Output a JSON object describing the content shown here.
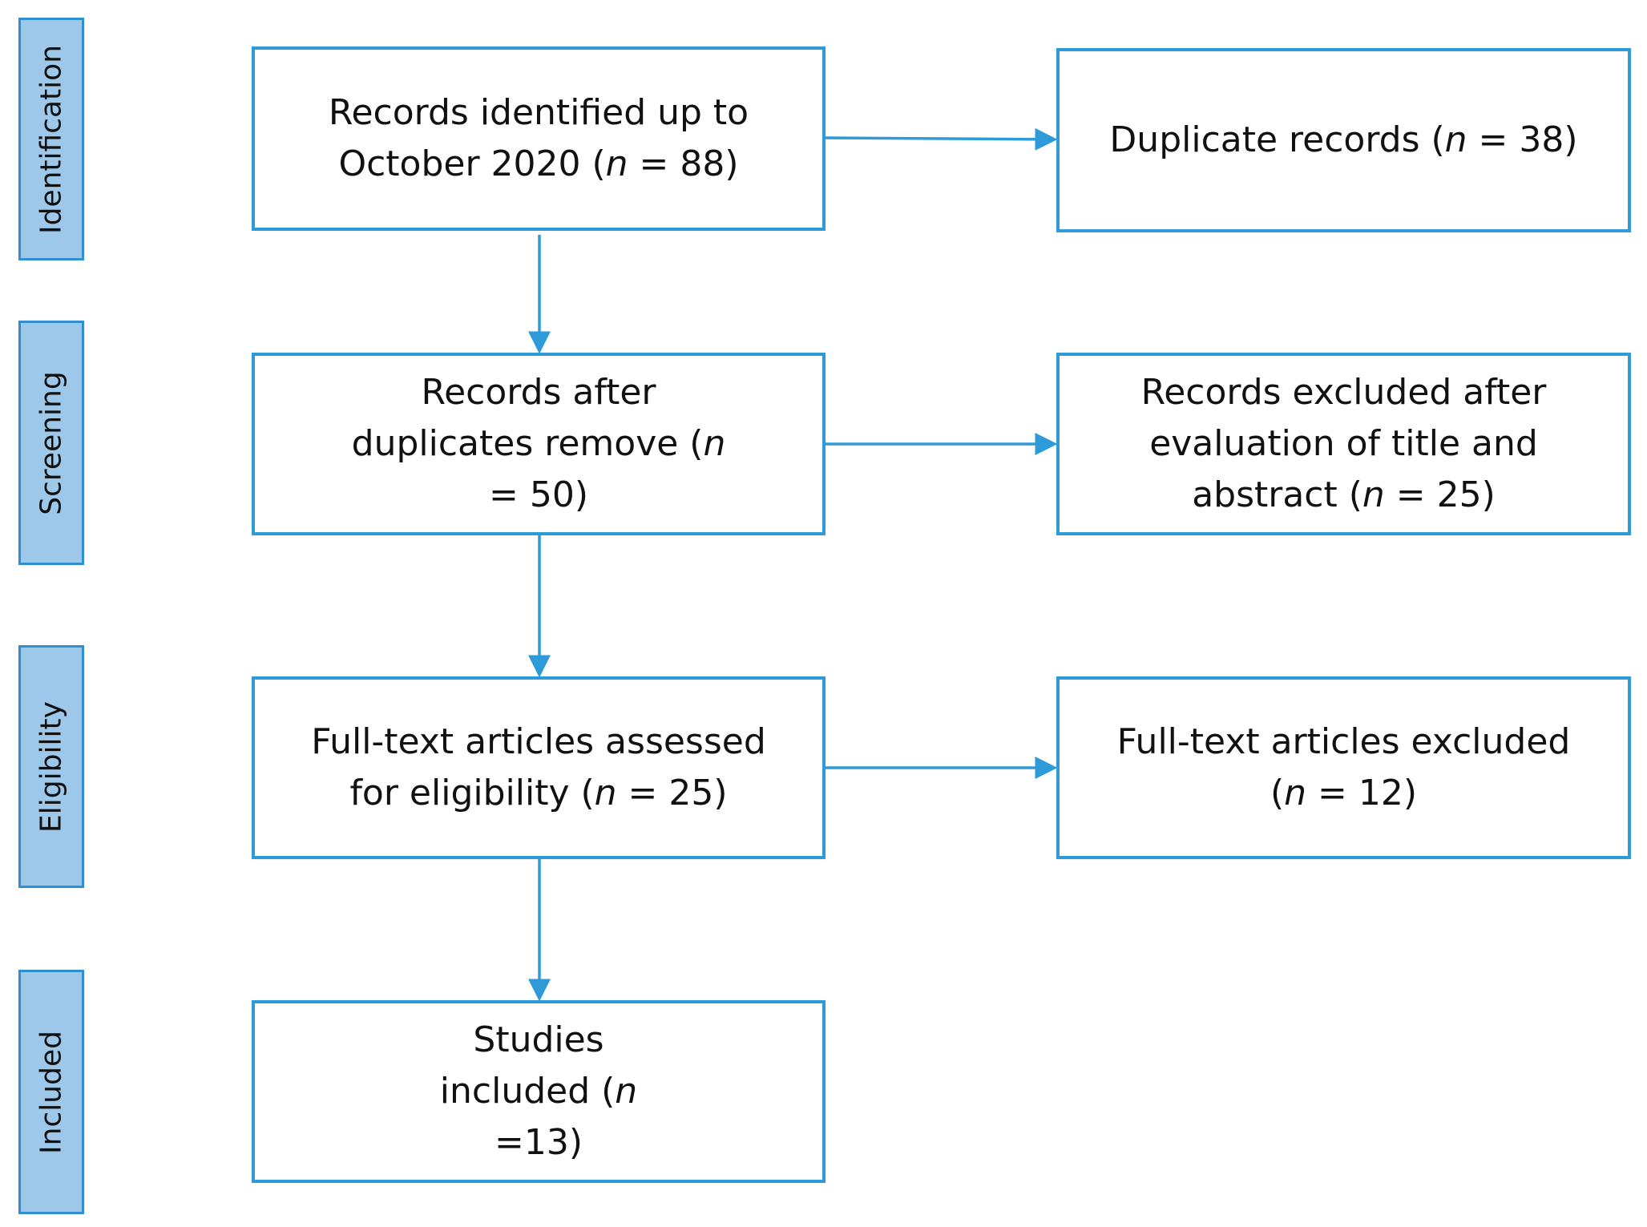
{
  "stages": {
    "identification": "Identification",
    "screening": "Screening",
    "eligibility": "Eligibility",
    "included": "Included"
  },
  "boxes": {
    "records_identified": "Records identified up to October 2020 (n = 88)",
    "duplicate_records": "Duplicate records (n = 38)",
    "after_duplicates": "Records after duplicates remove (n = 50)",
    "excluded_title_abstract": "Records excluded after evaluation of title and abstract (n = 25)",
    "fulltext_assessed": "Full-text articles assessed for eligibility (n = 25)",
    "fulltext_excluded": "Full-text articles excluded (n = 12)",
    "studies_included": "Studies included (n =13)"
  },
  "colors": {
    "stroke": "#2f9ad8",
    "tab_fill": "#9dc8ea",
    "tab_border": "#2f8fd1"
  }
}
